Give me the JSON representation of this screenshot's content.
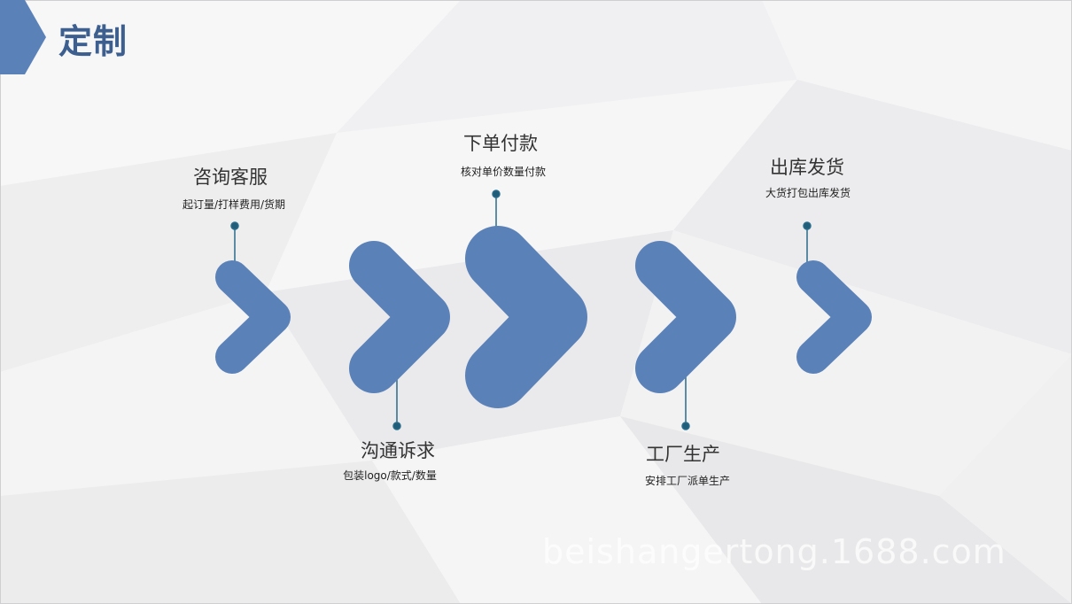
{
  "slide": {
    "title": "定制",
    "accent_color": "#5b82b8",
    "title_color": "#3c5f8f"
  },
  "steps": [
    {
      "title": "咨询客服",
      "desc": "起订量/打样费用/货期"
    },
    {
      "title": "沟通诉求",
      "desc": "包装logo/款式/数量"
    },
    {
      "title": "下单付款",
      "desc": "核对单价数量付款"
    },
    {
      "title": "工厂生产",
      "desc": "安排工厂派单生产"
    },
    {
      "title": "出库发货",
      "desc": "大货打包出库发货"
    }
  ],
  "watermark": "beishangertong.1688.com"
}
